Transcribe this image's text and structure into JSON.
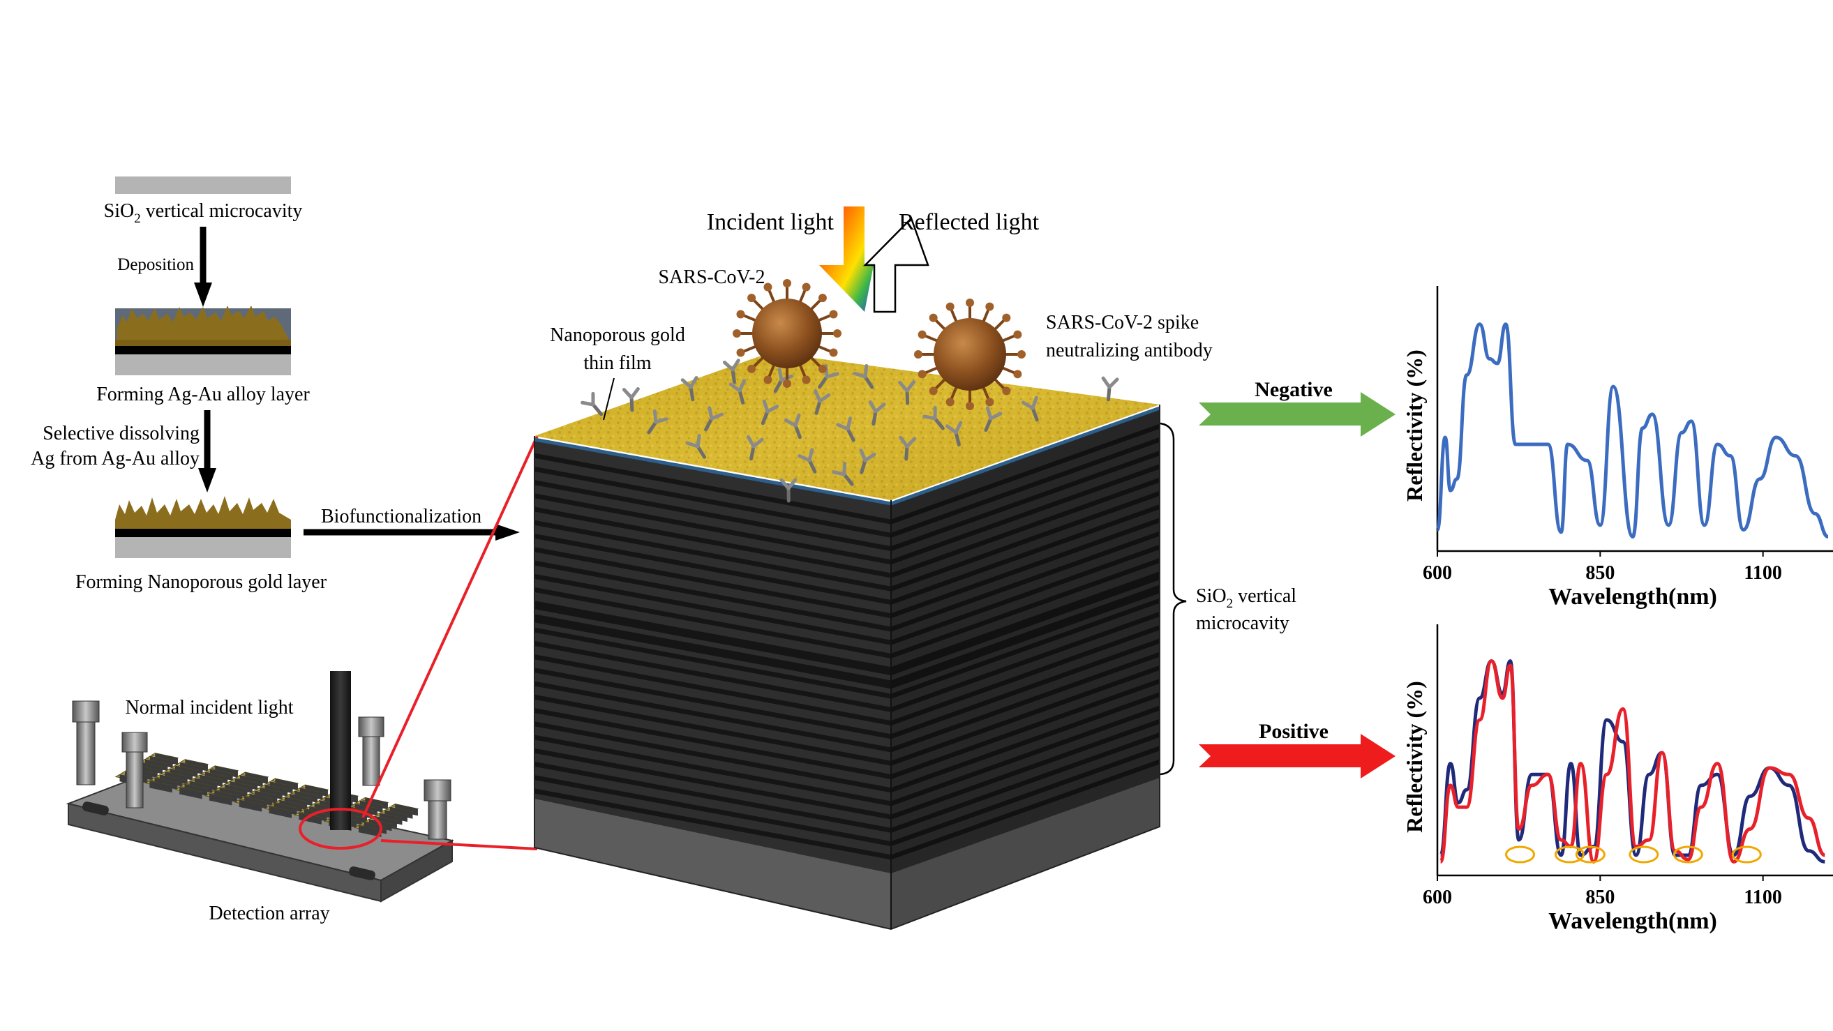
{
  "process": {
    "step1": "SiO",
    "step1_sub": "2",
    "step1_rest": " vertical microcavity",
    "deposition": "Deposition",
    "step2": "Forming Ag-Au alloy layer",
    "dissolve_line1": "Selective dissolving",
    "dissolve_line2": "Ag from Ag-Au alloy",
    "step3": "Forming Nanoporous gold layer",
    "biofunc": "Biofunctionalization"
  },
  "array": {
    "normal_light": "Normal incident light",
    "detection": "Detection array"
  },
  "center": {
    "incident": "Incident light",
    "reflected": "Reflected light",
    "virus": "SARS-CoV-2",
    "npg_line1": "Nanoporous gold",
    "npg_line2": "thin film",
    "antibody_line1": "SARS-CoV-2 spike",
    "antibody_line2": "neutralizing antibody",
    "cavity_line1_a": "SiO",
    "cavity_line1_sub": "2",
    "cavity_line1_b": " vertical",
    "cavity_line2": "microcavity"
  },
  "results": {
    "negative": "Negative",
    "positive": "Positive"
  },
  "colors": {
    "gold": "#d9b92a",
    "negative_arrow": "#6ab04c",
    "positive_arrow": "#ee1c1c",
    "trace_blue": "#3b6cc0",
    "trace_navy": "#1f2a7a",
    "trace_red": "#e8202a",
    "marker": "#f0a800"
  },
  "chart_data": [
    {
      "type": "line",
      "title": "",
      "xlabel": "Wavelength(nm)",
      "ylabel": "Reflectivity (%)",
      "xlim": [
        600,
        1200
      ],
      "xticks": [
        600,
        850,
        1100
      ],
      "x": [
        600,
        612,
        620,
        630,
        645,
        665,
        680,
        692,
        705,
        720,
        740,
        770,
        790,
        800,
        830,
        850,
        870,
        900,
        915,
        930,
        955,
        975,
        990,
        1010,
        1030,
        1050,
        1070,
        1095,
        1120,
        1150,
        1180,
        1200
      ],
      "series": [
        {
          "name": "",
          "values": [
            8,
            48,
            25,
            30,
            75,
            97,
            82,
            80,
            97,
            45,
            45,
            45,
            7,
            45,
            38,
            10,
            70,
            5,
            52,
            58,
            10,
            50,
            55,
            10,
            45,
            40,
            8,
            30,
            48,
            40,
            15,
            5
          ]
        }
      ]
    },
    {
      "type": "line",
      "title": "",
      "xlabel": "Wavelength(nm)",
      "ylabel": "Reflectivity (%)",
      "xlim": [
        600,
        1200
      ],
      "xticks": [
        600,
        850,
        1100
      ],
      "x": [
        605,
        620,
        632,
        645,
        665,
        683,
        700,
        712,
        725,
        745,
        770,
        790,
        805,
        820,
        840,
        860,
        885,
        905,
        925,
        945,
        965,
        985,
        1005,
        1030,
        1055,
        1080,
        1110,
        1140,
        1170,
        1195
      ],
      "series": [
        {
          "name": "",
          "values": [
            8,
            50,
            32,
            38,
            80,
            97,
            82,
            97,
            15,
            45,
            45,
            8,
            50,
            8,
            12,
            70,
            60,
            8,
            45,
            55,
            8,
            8,
            40,
            45,
            8,
            35,
            48,
            40,
            10,
            5
          ]
        },
        {
          "name": "",
          "values": [
            5,
            40,
            30,
            30,
            70,
            97,
            80,
            95,
            20,
            40,
            45,
            15,
            12,
            50,
            5,
            45,
            75,
            12,
            15,
            55,
            10,
            6,
            30,
            50,
            5,
            20,
            48,
            45,
            25,
            8
          ]
        }
      ],
      "markers_x": [
        727,
        803,
        835,
        917,
        985,
        1075
      ]
    }
  ]
}
